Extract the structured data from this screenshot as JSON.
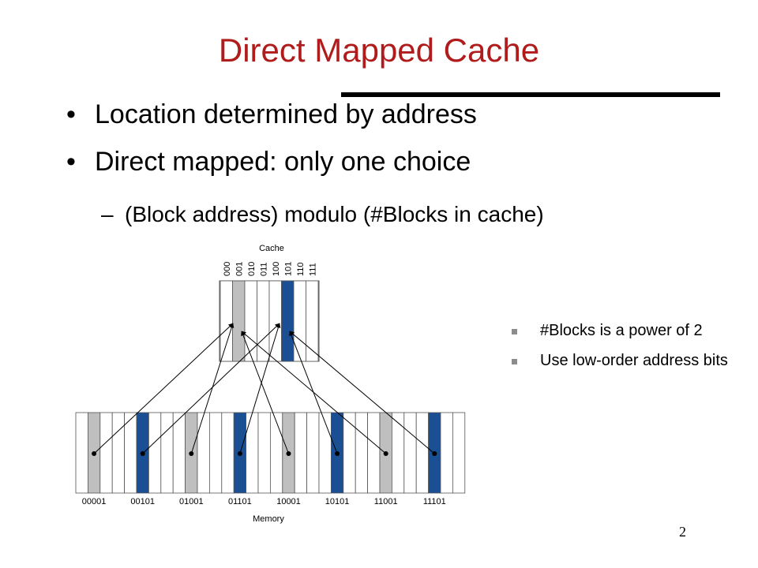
{
  "slide": {
    "title": "Direct Mapped Cache",
    "bullets": [
      "Location determined by address",
      "Direct mapped: only one choice"
    ],
    "sub_bullet": "(Block address) modulo (#Blocks in cache)",
    "side_notes": [
      "#Blocks is a power of 2",
      "Use low-order address bits"
    ],
    "page_number": "2"
  },
  "diagram": {
    "cache_label": "Cache",
    "memory_label": "Memory",
    "cache_indices": [
      "000",
      "001",
      "010",
      "011",
      "100",
      "101",
      "110",
      "111"
    ],
    "memory_addresses": [
      "00001",
      "00101",
      "01001",
      "01101",
      "10001",
      "10101",
      "11001",
      "11101"
    ],
    "gray_color": "#bfbfbf",
    "blue_color": "#1a4f94"
  }
}
